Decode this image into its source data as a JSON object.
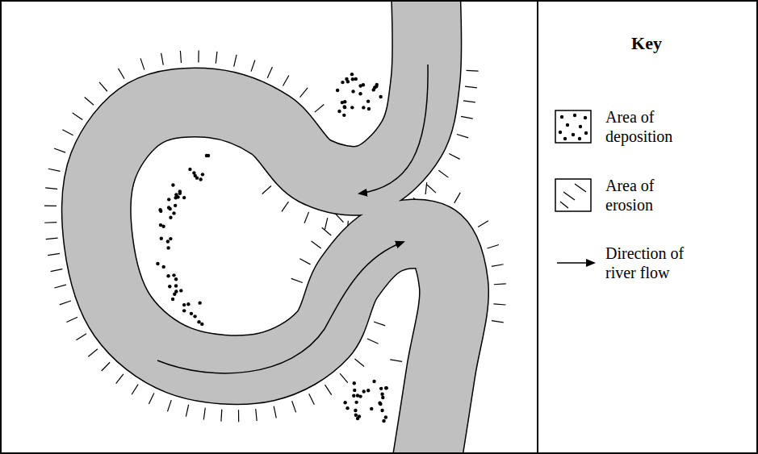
{
  "diagram": {
    "labels": [
      "Key"
    ],
    "legend": [
      {
        "text": "Area of deposition"
      },
      {
        "text": "Area of erosion"
      },
      {
        "text": "Direction of river flow"
      }
    ]
  }
}
